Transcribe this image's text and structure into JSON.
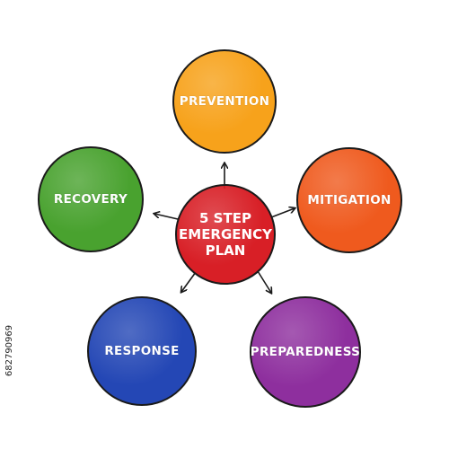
{
  "diagram": {
    "center": {
      "label": "5 STEP\nEMERGENCY\nPLAN",
      "color": "#d81f26"
    },
    "steps": [
      {
        "id": "prevention",
        "label": "PREVENTION",
        "color": "#f7a21b"
      },
      {
        "id": "mitigation",
        "label": "MITIGATION",
        "color": "#ef5a1e"
      },
      {
        "id": "preparedness",
        "label": "PREPAREDNESS",
        "color": "#8e2f9e"
      },
      {
        "id": "response",
        "label": "RESPONSE",
        "color": "#2447b5"
      },
      {
        "id": "recovery",
        "label": "RECOVERY",
        "color": "#49a22f"
      }
    ]
  },
  "stock_id": "682790969"
}
